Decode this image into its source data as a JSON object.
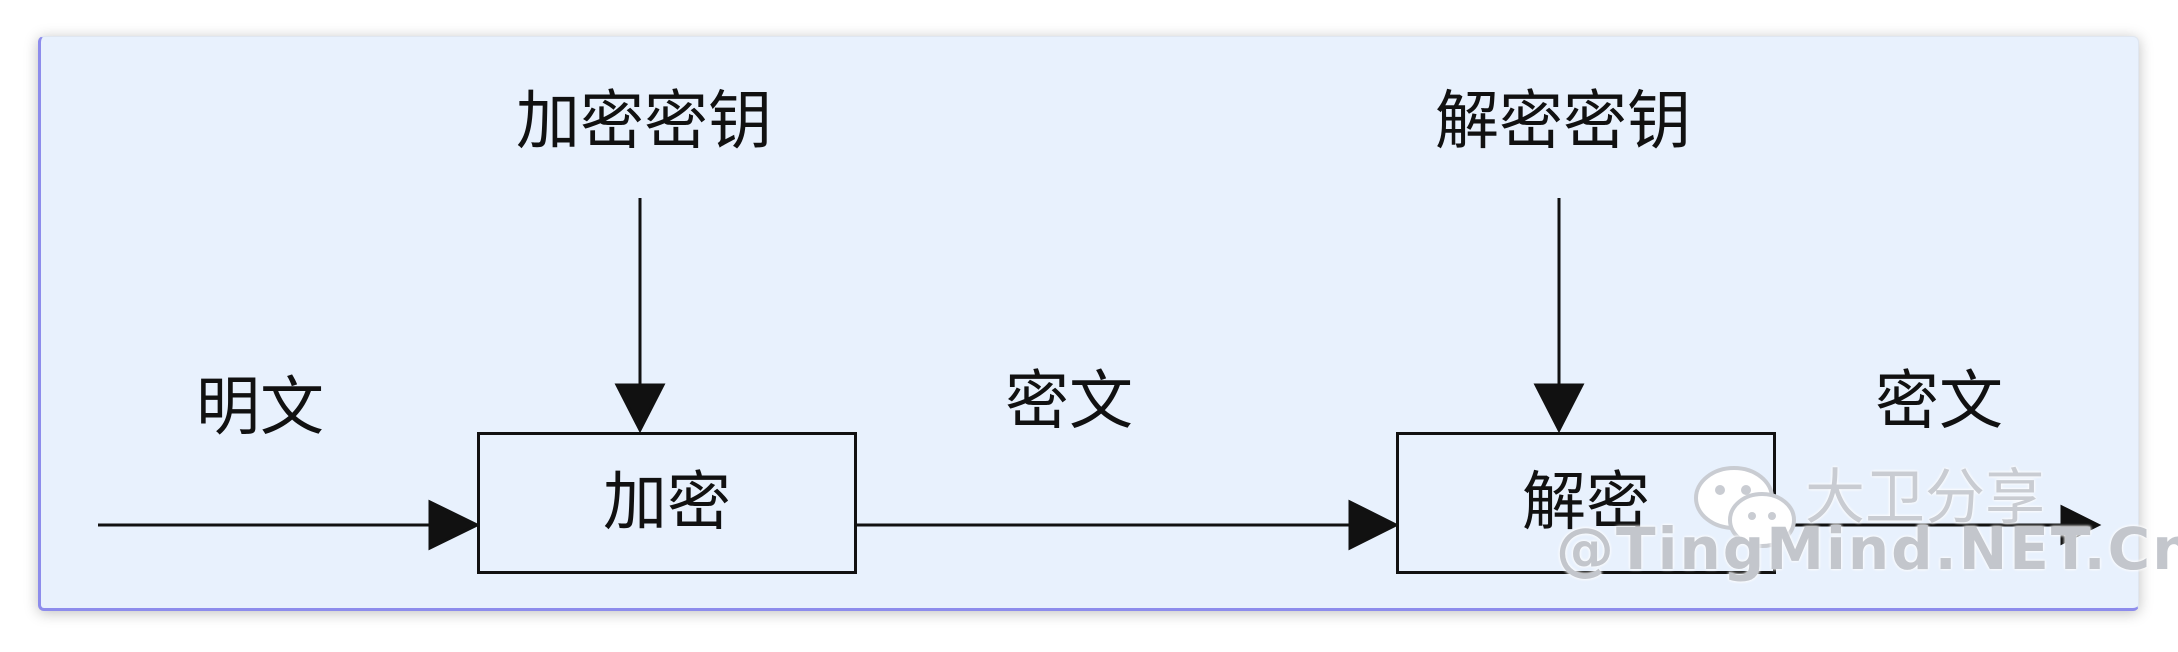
{
  "labels": {
    "encrypt_key": "加密密钥",
    "decrypt_key": "解密密钥",
    "plaintext": "明文",
    "ciphertext_middle": "密文",
    "ciphertext_right": "密文"
  },
  "boxes": {
    "encrypt": "加密",
    "decrypt": "解密"
  },
  "watermark": {
    "name": "大卫分享",
    "site": "@TingMind.NET.Cn"
  },
  "colors": {
    "background": "#e8f1fd",
    "frame_accent": "#8d8cec",
    "line": "#111111"
  }
}
